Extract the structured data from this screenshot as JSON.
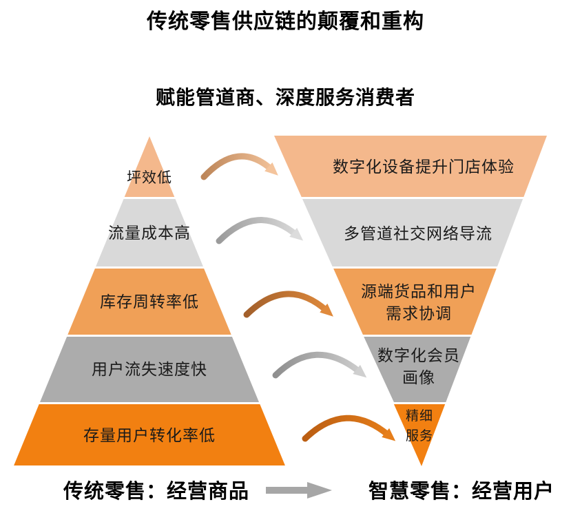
{
  "title": "传统零售供应链的颠覆和重构",
  "subtitle": "赋能管道商、深度服务消费者",
  "left_pyramid": {
    "layers": [
      {
        "label": "坪效低",
        "color": "#F4B88C"
      },
      {
        "label": "流量成本高",
        "color": "#D9D9D9"
      },
      {
        "label": "库存周转率低",
        "color": "#F0A057"
      },
      {
        "label": "用户流失速度快",
        "color": "#ACACAC"
      },
      {
        "label": "存量用户转化率低",
        "color": "#F28011"
      }
    ]
  },
  "right_pyramid": {
    "layers": [
      {
        "label": "数字化设备提升门店体验",
        "color": "#F4B88C"
      },
      {
        "label": "多管道社交网络导流",
        "color": "#D9D9D9"
      },
      {
        "label": "源端货品和用户\n需求协调",
        "color": "#F0A057"
      },
      {
        "label": "数字化会员\n画像",
        "color": "#ACACAC"
      },
      {
        "label": "精细\n服务",
        "color": "#F28011"
      }
    ]
  },
  "arrows": [
    {
      "from": "#BD8659",
      "to": "#F4C49C"
    },
    {
      "from": "#9B9B9B",
      "to": "#DCDCDC"
    },
    {
      "from": "#A3602B",
      "to": "#E08A3C"
    },
    {
      "from": "#8F8F8F",
      "to": "#CFCFCF"
    },
    {
      "from": "#BB5E12",
      "to": "#E67E1A"
    }
  ],
  "footer": {
    "left_label": "传统零售：经营商品",
    "right_label": "智慧零售：经营用户",
    "arrow_color": "#A6A6A6"
  },
  "text_color": "#1A1A1A"
}
